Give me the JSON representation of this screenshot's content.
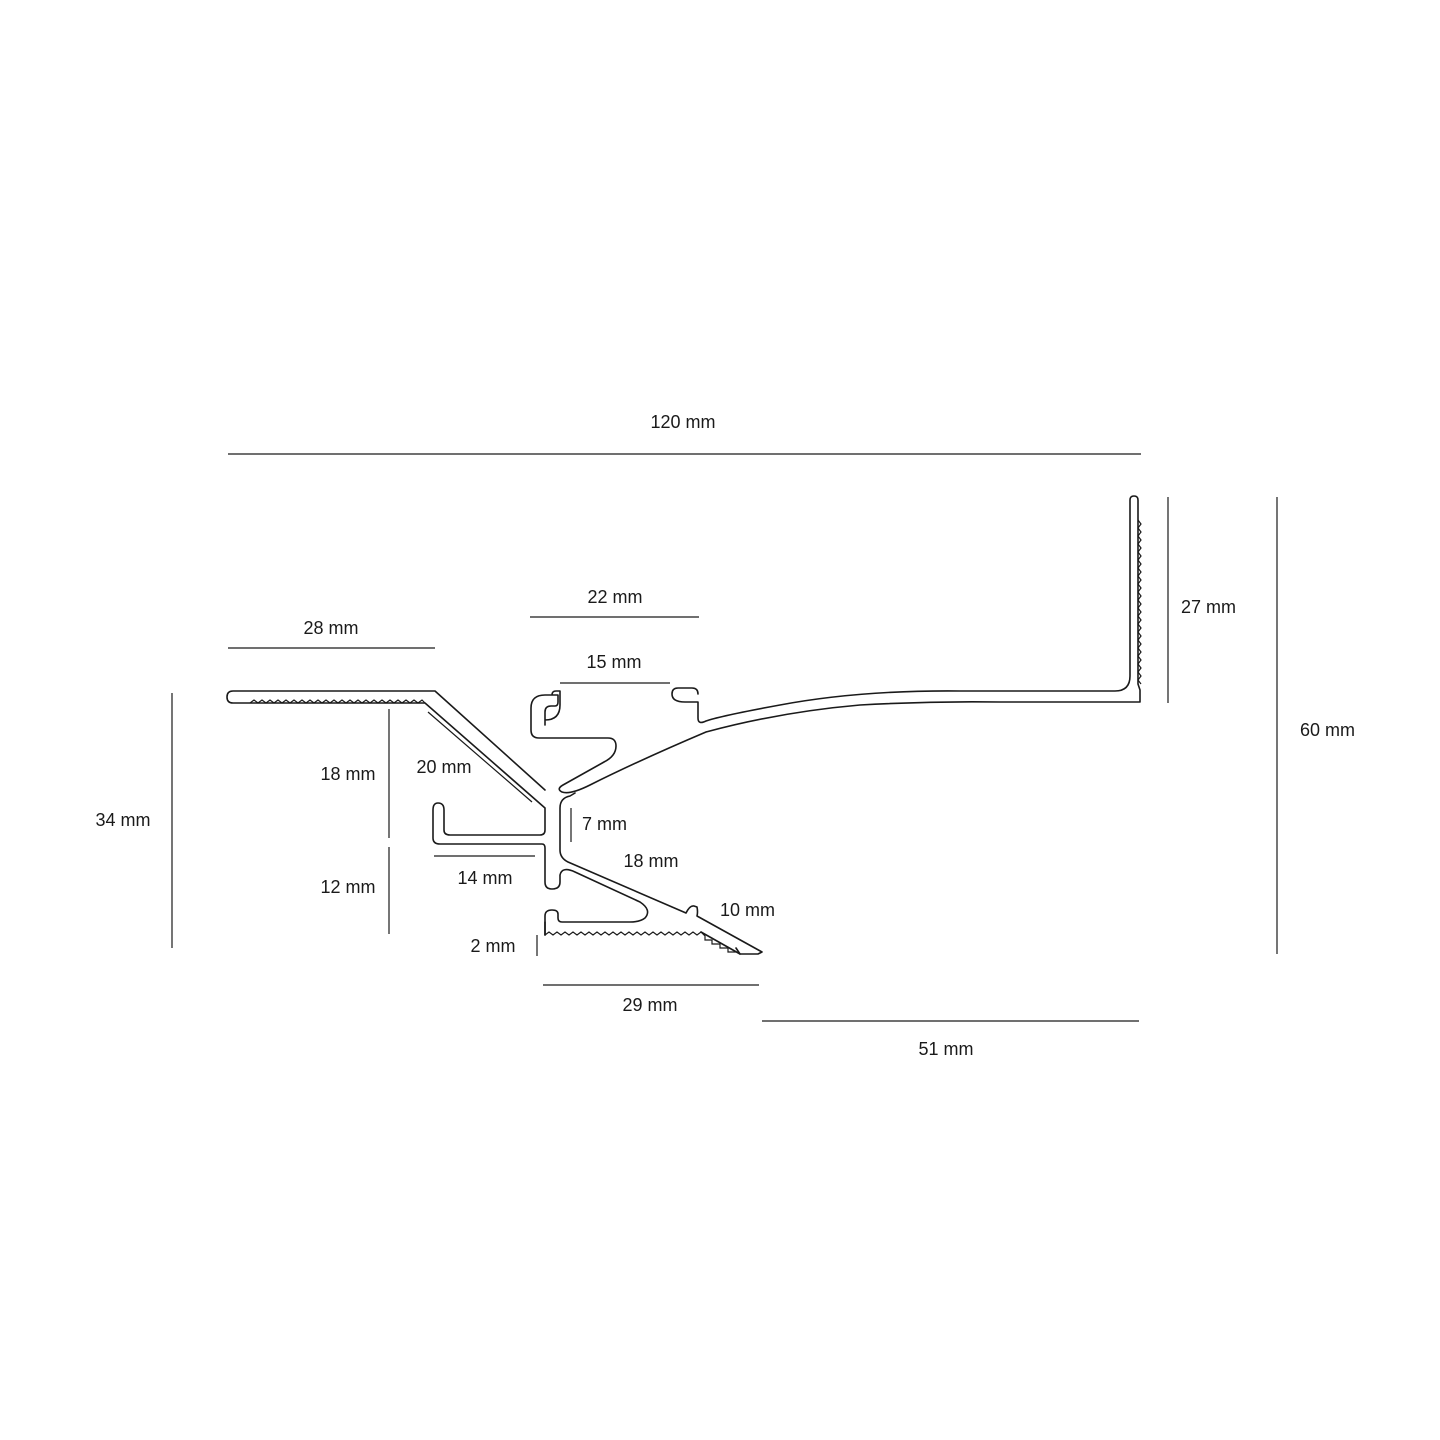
{
  "colors": {
    "background": "#ffffff",
    "line": "#1a1a1a"
  },
  "dimensions": {
    "overall_width": "120 mm",
    "left_flange_width": "28 mm",
    "top_channel_width": "22 mm",
    "top_channel_opening": "15 mm",
    "right_upstand_height": "27 mm",
    "overall_height": "60 mm",
    "left_height": "34 mm",
    "upper_web_height": "18 mm",
    "diagonal_web_length": "20 mm",
    "stem_height": "7 mm",
    "lower_diagonal_length": "18 mm",
    "lower_web_height": "12 mm",
    "side_hook_width": "14 mm",
    "nose_length": "10 mm",
    "base_thickness": "2 mm",
    "base_width": "29 mm",
    "right_offset": "51 mm"
  }
}
